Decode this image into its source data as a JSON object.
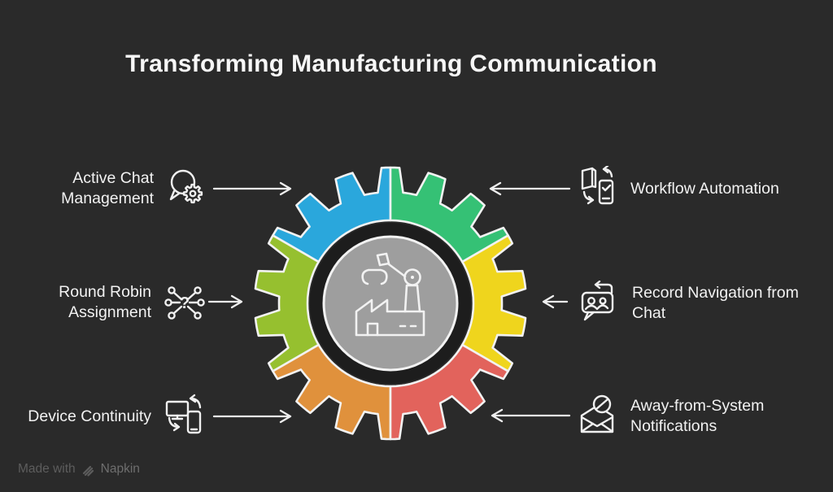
{
  "title": "Transforming Manufacturing Communication",
  "colors": {
    "background": "#2a2a2a",
    "text": "#f2f2f2",
    "outline": "#f2f2f2",
    "center_ring": "#1d1d1d",
    "center_circle": "#9e9e9e"
  },
  "diagram": {
    "center_icon": "factory-robot-arm-icon",
    "segments": [
      {
        "position": "top-left",
        "color": "#2AA7DC",
        "feature": "Active Chat Management"
      },
      {
        "position": "top-right",
        "color": "#35C175",
        "feature": "Workflow Automation"
      },
      {
        "position": "left",
        "color": "#96C02F",
        "feature": "Round Robin Assignment"
      },
      {
        "position": "right",
        "color": "#EFD51D",
        "feature": "Record Navigation from Chat"
      },
      {
        "position": "bottom-left",
        "color": "#E0913C",
        "feature": "Device Continuity"
      },
      {
        "position": "bottom-right",
        "color": "#E2635C",
        "feature": "Away-from-System Notifications"
      }
    ]
  },
  "features": {
    "active_chat": {
      "label": "Active Chat\nManagement",
      "icon": "chat-settings-icon"
    },
    "round_robin": {
      "label": "Round Robin\nAssignment",
      "icon": "distribution-network-icon"
    },
    "device_continuity": {
      "label": "Device Continuity",
      "icon": "device-sync-icon"
    },
    "workflow_automation": {
      "label": "Workflow Automation",
      "icon": "workflow-sync-icon"
    },
    "record_navigation": {
      "label": "Record Navigation from\nChat",
      "icon": "chat-contacts-icon"
    },
    "away_notifications": {
      "label": "Away-from-System\nNotifications",
      "icon": "muted-mail-icon"
    }
  },
  "watermark": {
    "text": "Made with",
    "brand": "Napkin"
  }
}
